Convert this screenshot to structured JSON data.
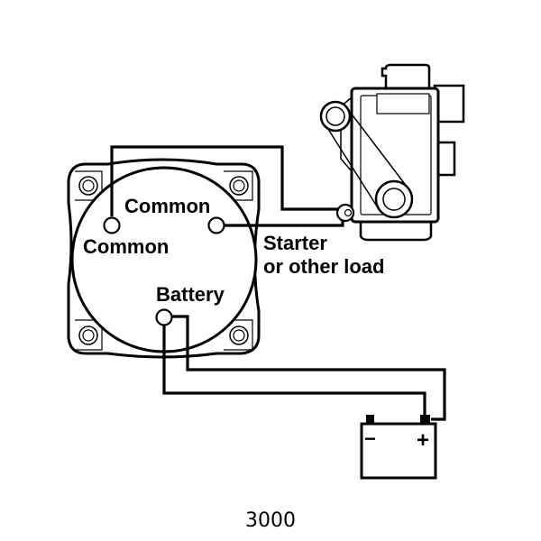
{
  "diagram": {
    "switch_labels": {
      "common_top": "Common",
      "common_left": "Common",
      "battery": "Battery"
    },
    "load_label": {
      "line1": "Starter",
      "line2": "or other load"
    },
    "battery_terminals": {
      "negative": "−",
      "positive": "+"
    },
    "caption": "3000"
  }
}
